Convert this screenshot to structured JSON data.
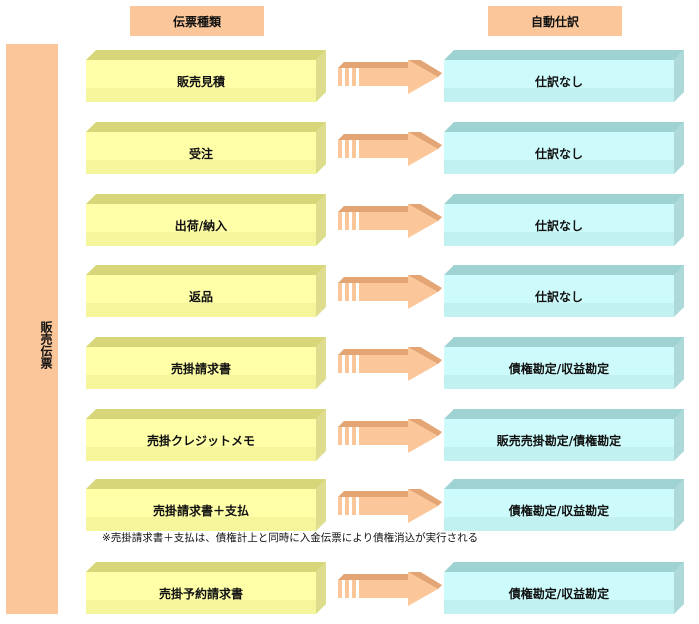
{
  "header": {
    "left": "伝票種類",
    "right": "自動仕訳"
  },
  "side_label": "販売伝票",
  "colors": {
    "header_fill": "#fbc79a",
    "left_box": "#ffffa8",
    "right_box": "#cdfbfb",
    "arrow": "#fbc79a"
  },
  "rows": [
    {
      "type": "販売見積",
      "entry": "仕訳なし"
    },
    {
      "type": "受注",
      "entry": "仕訳なし"
    },
    {
      "type": "出荷/納入",
      "entry": "仕訳なし"
    },
    {
      "type": "返品",
      "entry": "仕訳なし"
    },
    {
      "type": "売掛請求書",
      "entry": "債権勘定/収益勘定"
    },
    {
      "type": "売掛クレジットメモ",
      "entry": "販売売掛勘定/債権勘定"
    },
    {
      "type": "売掛請求書＋支払",
      "entry": "債権勘定/収益勘定"
    },
    {
      "type": "売掛予約請求書",
      "entry": "債権勘定/収益勘定"
    }
  ],
  "note": "※売掛請求書＋支払は、債権計上と同時に入金伝票により債権消込が実行される"
}
